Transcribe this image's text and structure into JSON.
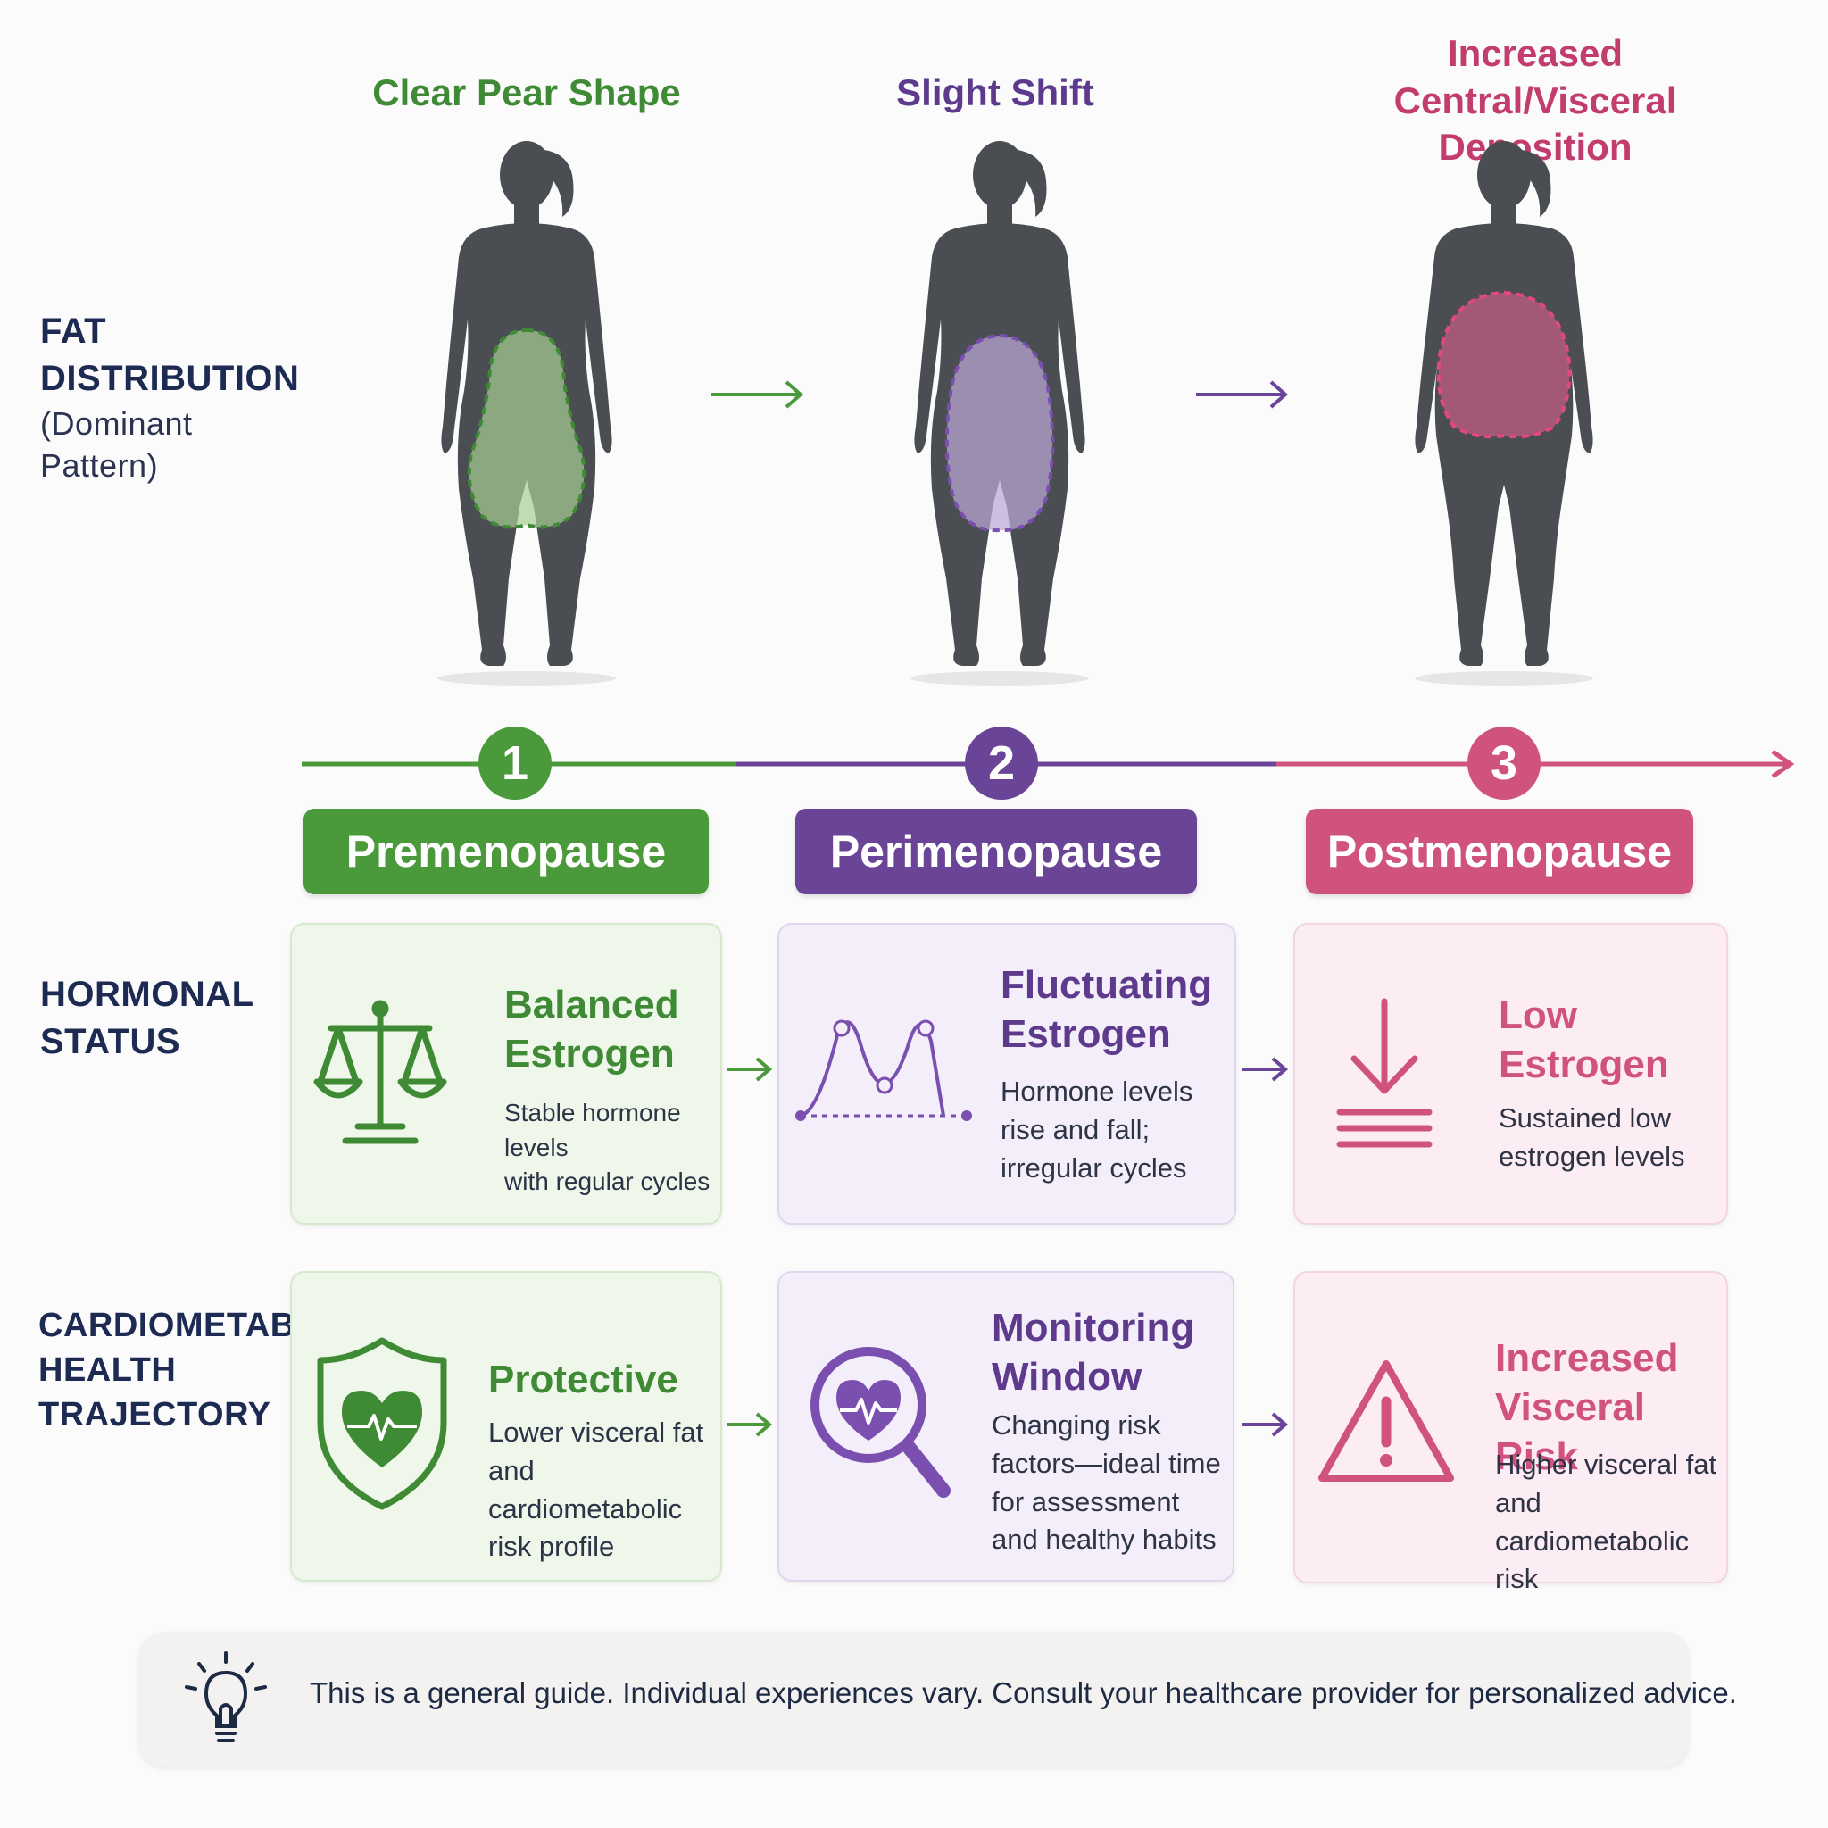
{
  "fat_distribution": {
    "row_label_line1": "FAT",
    "row_label_line2": "DISTRIBUTION",
    "row_label_sub1": "(Dominant",
    "row_label_sub2": "Pattern)",
    "stages": [
      {
        "title": "Clear Pear Shape",
        "color": "#3f8a34"
      },
      {
        "title": "Slight Shift",
        "color": "#5e3a8c"
      },
      {
        "title_line1": "Increased",
        "title_line2": "Central/Visceral Deposition",
        "color": "#c33c6e"
      }
    ]
  },
  "timeline": {
    "phases": [
      {
        "number": "1",
        "label": "Premenopause",
        "color": "#4a9a3c"
      },
      {
        "number": "2",
        "label": "Perimenopause",
        "color": "#6a4496"
      },
      {
        "number": "3",
        "label": "Postmenopause",
        "color": "#d0527f"
      }
    ]
  },
  "hormonal_status": {
    "row_label_line1": "HORMONAL",
    "row_label_line2": "STATUS",
    "cards": [
      {
        "title_line1": "Balanced",
        "title_line2": "Estrogen",
        "desc_line1": "Stable hormone levels",
        "desc_line2": "with regular cycles",
        "icon": "balance-scale-icon"
      },
      {
        "title_line1": "Fluctuating",
        "title_line2": "Estrogen",
        "desc_line1": "Hormone levels",
        "desc_line2": "rise and fall;",
        "desc_line3": "irregular cycles",
        "icon": "wave-chart-icon"
      },
      {
        "title_line1": "Low",
        "title_line2": "Estrogen",
        "desc_line1": "Sustained low",
        "desc_line2": "estrogen levels",
        "icon": "down-arrow-icon"
      }
    ]
  },
  "cardiometabolic": {
    "row_label_line1": "CARDIOMETABOLIC",
    "row_label_line2": "HEALTH",
    "row_label_line3": "TRAJECTORY",
    "cards": [
      {
        "title": "Protective",
        "desc_line1": "Lower visceral fat",
        "desc_line2": "and cardiometabolic",
        "desc_line3": "risk profile",
        "icon": "shield-heart-icon"
      },
      {
        "title_line1": "Monitoring",
        "title_line2": "Window",
        "desc_line1": "Changing risk",
        "desc_line2": "factors—ideal time",
        "desc_line3": "for assessment",
        "desc_line4": "and healthy habits",
        "icon": "magnifier-heart-icon"
      },
      {
        "title_line1": "Increased",
        "title_line2": "Visceral Risk",
        "desc_line1": "Higher visceral fat",
        "desc_line2": "and cardiometabolic",
        "desc_line3": "risk",
        "icon": "warning-icon"
      }
    ]
  },
  "note": {
    "text": "This is a general guide. Individual experiences vary. Consult your healthcare provider for personalized advice.",
    "icon": "lightbulb-icon"
  },
  "colors": {
    "green": "#3f8a34",
    "purple": "#5e3a8c",
    "pink": "#c33c6e",
    "silhouette": "#4a4d52"
  }
}
